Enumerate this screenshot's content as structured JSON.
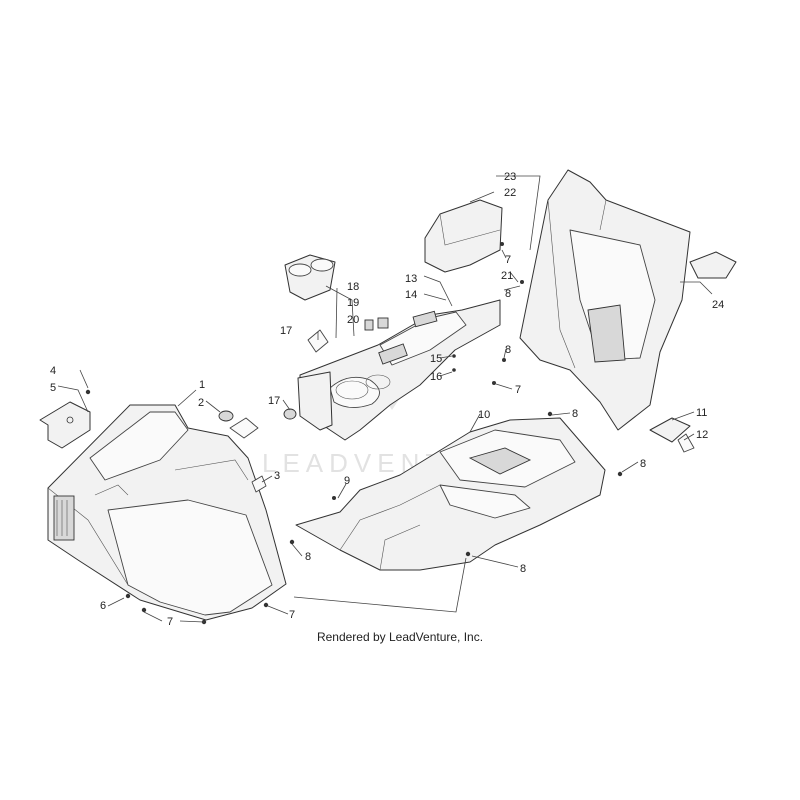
{
  "credit_text": "Rendered by LeadVenture, Inc.",
  "watermark": "LEADVENTURE",
  "callouts": [
    "1",
    "2",
    "3",
    "4",
    "5",
    "6",
    "7",
    "7",
    "7",
    "7",
    "7",
    "7",
    "8",
    "8",
    "8",
    "8",
    "8",
    "8",
    "9",
    "10",
    "11",
    "12",
    "13",
    "14",
    "15",
    "16",
    "17",
    "17",
    "18",
    "19",
    "20",
    "21",
    "22",
    "23",
    "24"
  ],
  "colors": {
    "line": "#333333",
    "fill": "#f2f2f2",
    "text": "#222222"
  }
}
